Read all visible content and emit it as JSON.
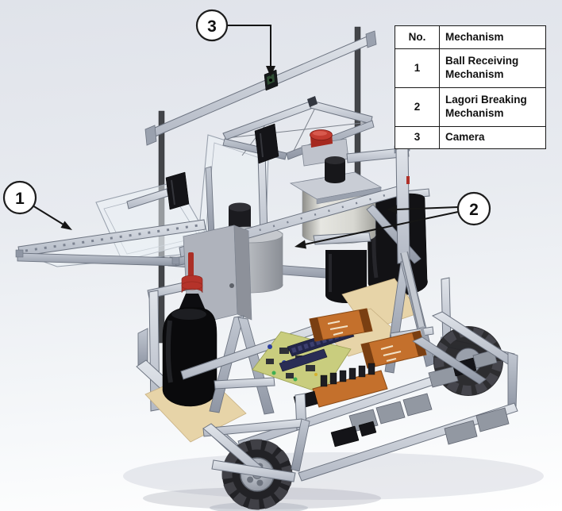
{
  "legend_table": {
    "headers": {
      "no": "No.",
      "mechanism": "Mechanism"
    },
    "rows": [
      {
        "no": "1",
        "mechanism": "Ball Receiving Mechanism"
      },
      {
        "no": "2",
        "mechanism": "Lagori Breaking Mechanism"
      },
      {
        "no": "3",
        "mechanism": "Camera"
      }
    ]
  },
  "callouts": [
    {
      "number": "1",
      "label": "Ball Receiving Mechanism"
    },
    {
      "number": "2",
      "label": "Lagori Breaking Mechanism"
    },
    {
      "number": "3",
      "label": "Camera"
    }
  ],
  "colors": {
    "estop_red": "#b5332a",
    "battery_orange": "#c4702c",
    "pcb_green": "#c9cd7e",
    "deck_tan": "#e7d4a8",
    "aluminum": "#c6ccd6",
    "line_black": "#1a1a1a"
  }
}
